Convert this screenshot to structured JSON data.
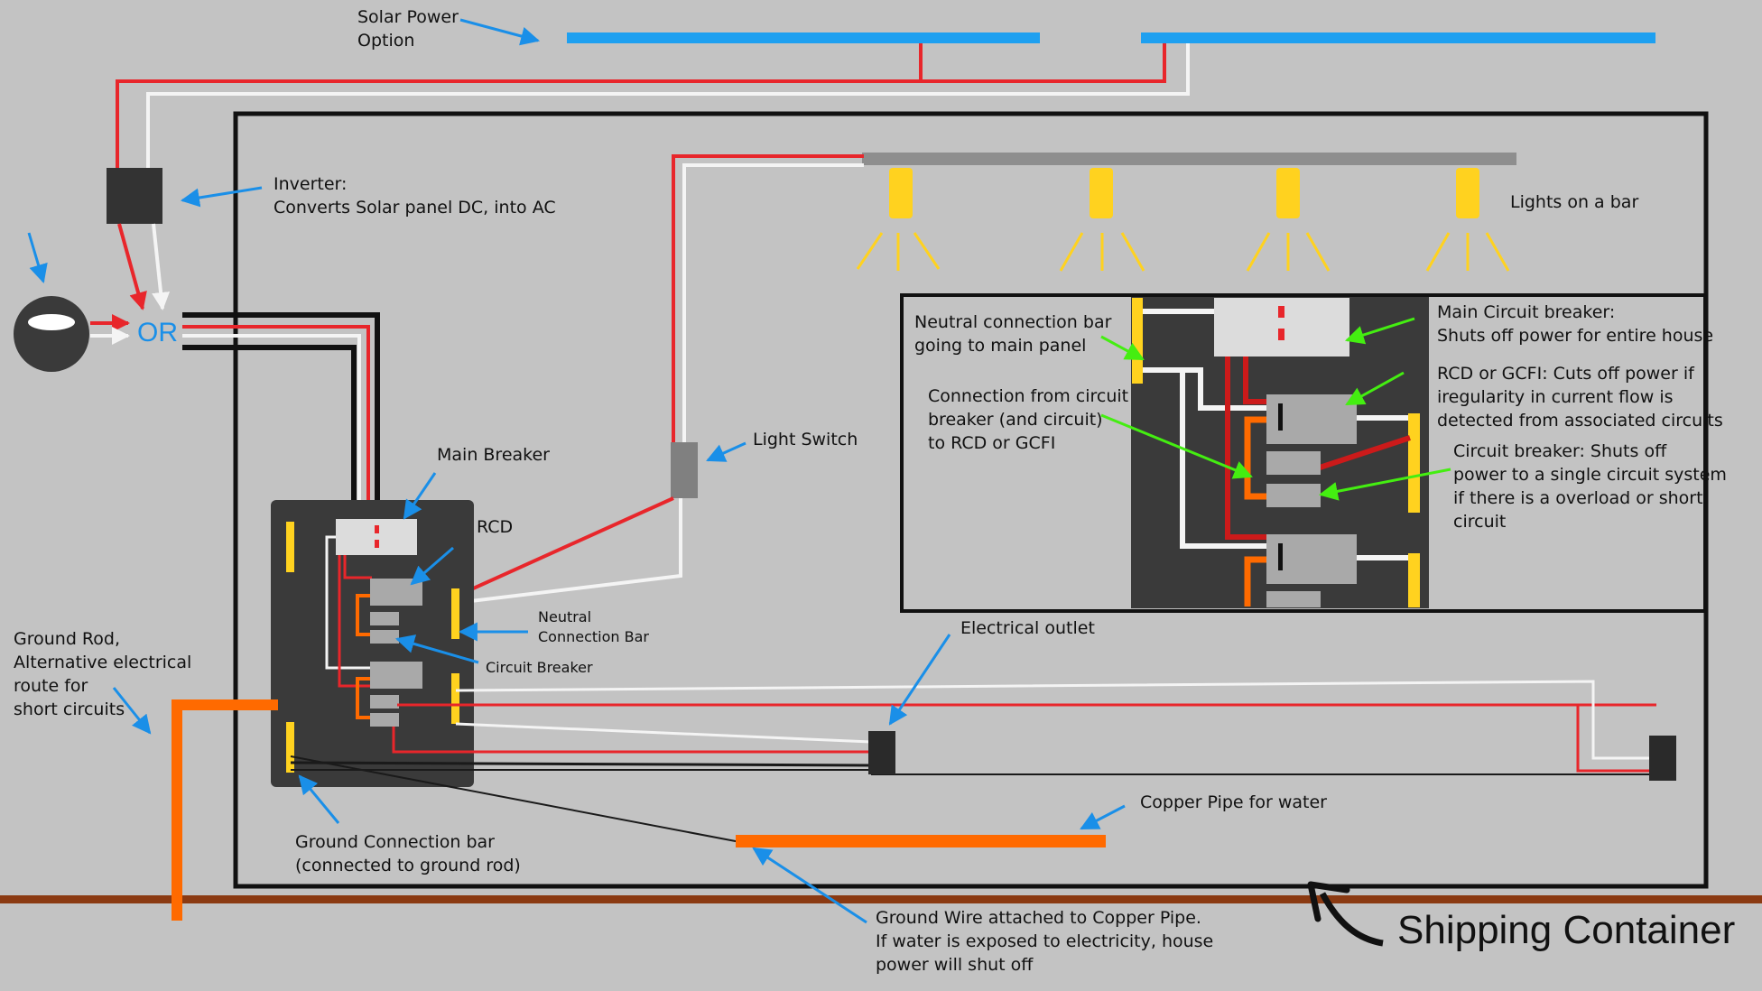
{
  "labels": {
    "solar": "Solar Power\nOption",
    "inverter": "Inverter:\nConverts Solar panel DC, into AC",
    "or_text": "OR",
    "lights": "Lights on a bar",
    "light_switch": "Light Switch",
    "main_breaker": "Main Breaker",
    "rcd": "RCD",
    "neutral_bar": "Neutral\nConnection Bar",
    "circuit_breaker": "Circuit Breaker",
    "ground_rod": "Ground Rod,\nAlternative electrical\nroute for\nshort circuits",
    "ground_bar": "Ground Connection bar\n(connected to ground rod)",
    "electrical_outlet": "Electrical outlet",
    "copper_pipe": "Copper Pipe for water",
    "ground_wire": "Ground Wire attached to Copper Pipe.\nIf water is exposed to electricity, house\npower will shut off",
    "shipping_container": "Shipping Container"
  },
  "inset": {
    "neutral_to_main": "Neutral connection bar\ngoing to main panel",
    "connection_from_breaker": "Connection from circuit\nbreaker (and circuit)\nto RCD or GCFI",
    "main_circuit_breaker": "Main Circuit breaker:\nShuts off power for entire house",
    "rcd_gcfi": "RCD or GCFI: Cuts off power if\niregularity in current flow is\ndetected from associated circuits",
    "circuit_breaker_desc": "Circuit breaker: Shuts off\npower to a single circuit system\nif there is a overload or short\ncircuit"
  },
  "colors": {
    "background": "#c3c3c3",
    "hot_wire": "#e8262b",
    "neutral_wire": "#f4f4f4",
    "ground_wire": "#1a1a1a",
    "solar_panel": "#1ea0f0",
    "panel_body": "#3a3a3a",
    "copper_orange": "#ff6a00",
    "bus_yellow": "#ffd21f",
    "callout_blue": "#1a8fe8",
    "callout_green": "#44ee11",
    "earth_brown": "#8b3a12"
  },
  "icons": [
    "solar-panel",
    "inverter-box",
    "utility-meter",
    "light-bulb",
    "light-switch",
    "breaker-panel",
    "electrical-outlet",
    "ground-rod",
    "copper-pipe",
    "curved-arrow"
  ]
}
